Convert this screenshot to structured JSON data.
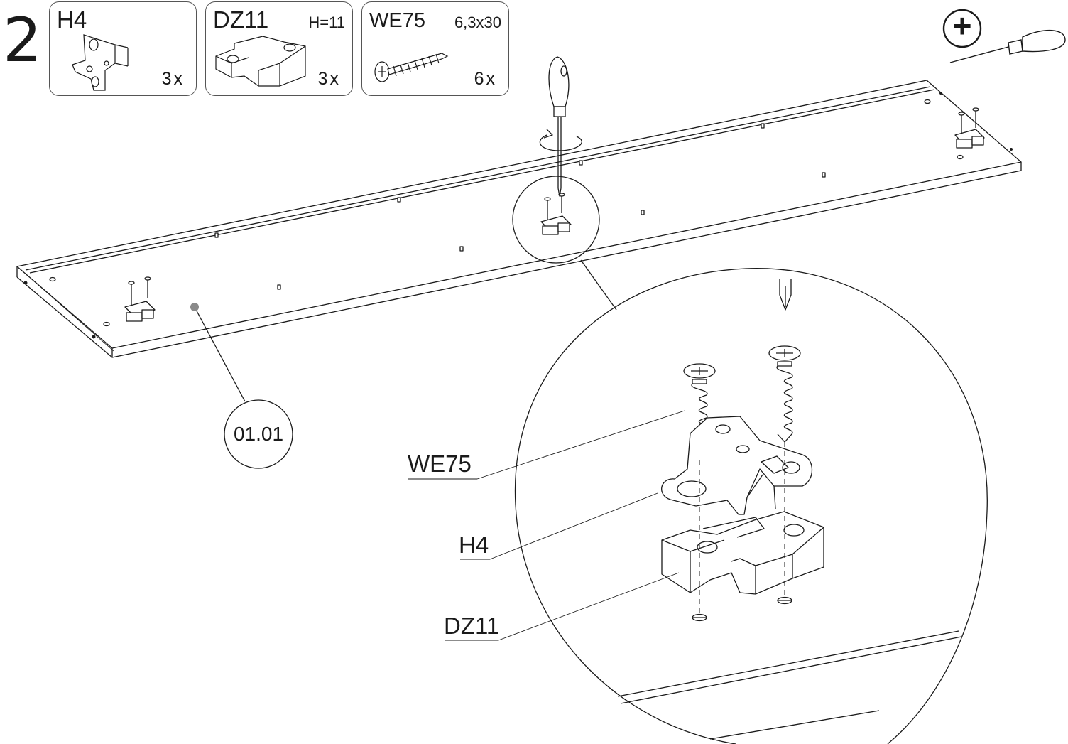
{
  "step": {
    "number": "2"
  },
  "parts": [
    {
      "code": "H4",
      "spec": "",
      "quantity": "3x",
      "icon": "hinge-mounting-plate-icon"
    },
    {
      "code": "DZ11",
      "spec": "H=11",
      "quantity": "3x",
      "icon": "spacer-block-icon"
    },
    {
      "code": "WE75",
      "spec": "6,3x30",
      "quantity": "6x",
      "icon": "screw-icon"
    }
  ],
  "tool": {
    "icon": "phillips-screwdriver-icon",
    "symbol": "+"
  },
  "panel": {
    "id": "01.01"
  },
  "callouts": {
    "screw": "WE75",
    "plate": "H4",
    "spacer": "DZ11"
  },
  "colors": {
    "line": "#1a1a1a",
    "marker": "#8a8a8a"
  }
}
